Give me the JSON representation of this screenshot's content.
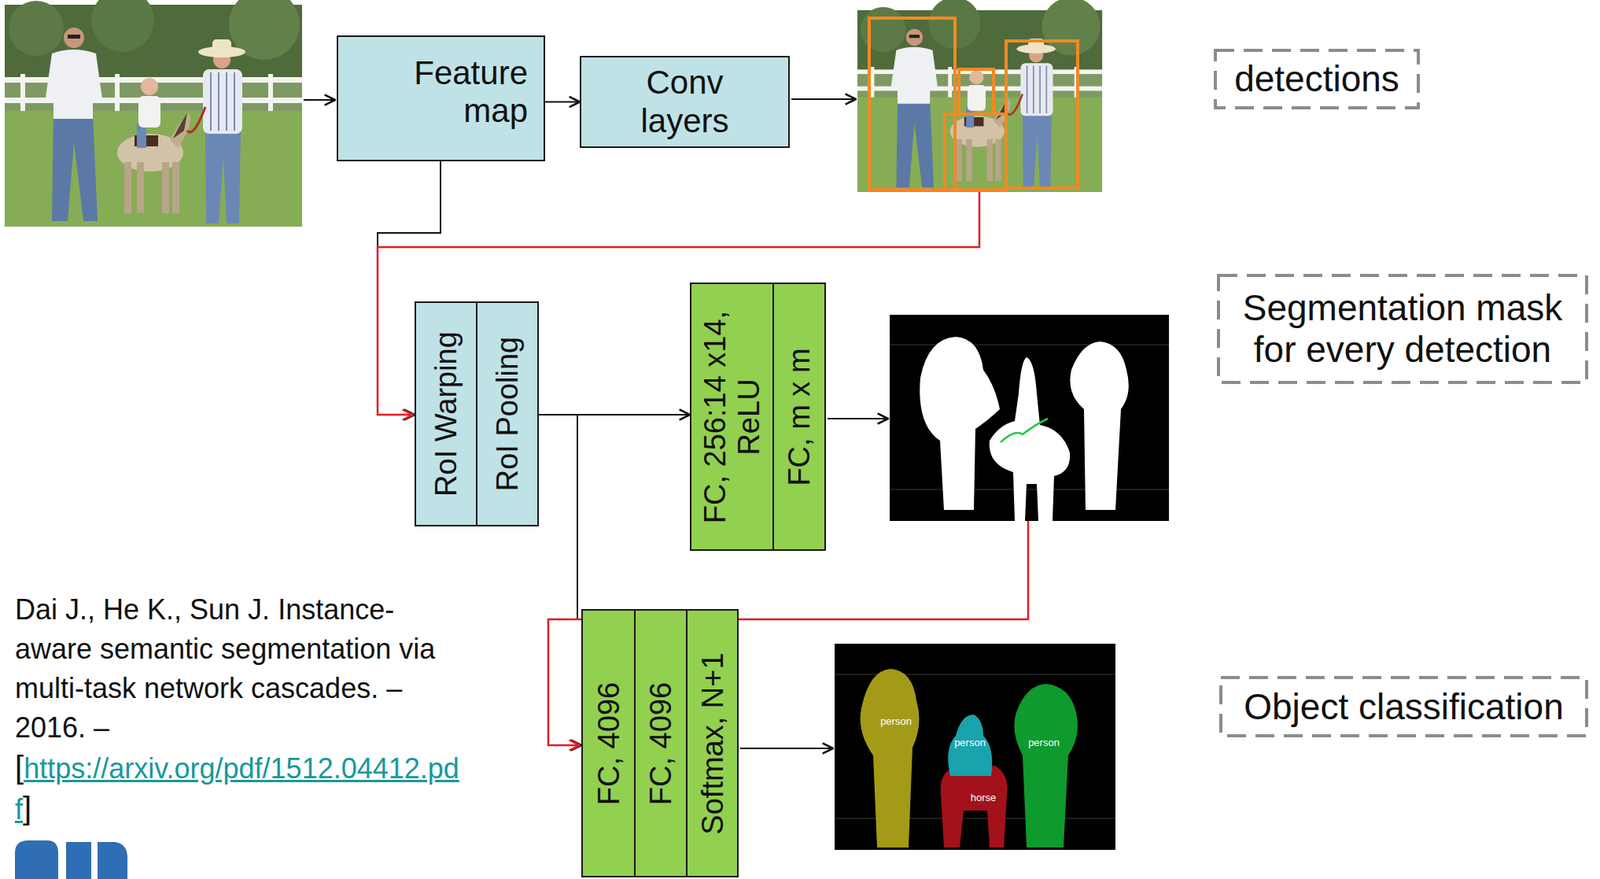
{
  "diagram": {
    "nodes": [
      {
        "text": [
          "Feature map"
        ]
      },
      {
        "text": [
          "Conv layers"
        ]
      },
      {
        "text": [
          "detections"
        ]
      },
      {
        "text": [
          "RoI Warping"
        ]
      },
      {
        "text": [
          "RoI Pooling"
        ]
      },
      {
        "text": [
          "FC, 256:14 x14, ReLU"
        ]
      },
      {
        "text": [
          "FC, m x m"
        ]
      },
      {
        "text": [
          "Segmentation mask for every detection"
        ]
      },
      {
        "text": [
          "FC, 4096"
        ]
      },
      {
        "text": [
          "FC, 4096"
        ]
      },
      {
        "text": [
          "Softmax, N+1"
        ]
      },
      {
        "text": [
          "Object classification"
        ]
      }
    ],
    "edges": [
      {
        "from": 0,
        "to": 1,
        "arrow": "to"
      },
      {
        "from": 0,
        "to": 3,
        "arrow": "to"
      },
      {
        "from": 4,
        "to": 5,
        "arrow": "to"
      },
      {
        "from": 4,
        "to": 8,
        "arrow": "to"
      }
    ],
    "labels": [
      "Dai J., He K., Sun J. Instance-aware semantic segmentation via multi-task network cascades. – 2016. –",
      "[",
      "https://arxiv.org/pdf/1512.04412.pdf",
      "]",
      "person",
      "person",
      "horse",
      "person"
    ]
  }
}
